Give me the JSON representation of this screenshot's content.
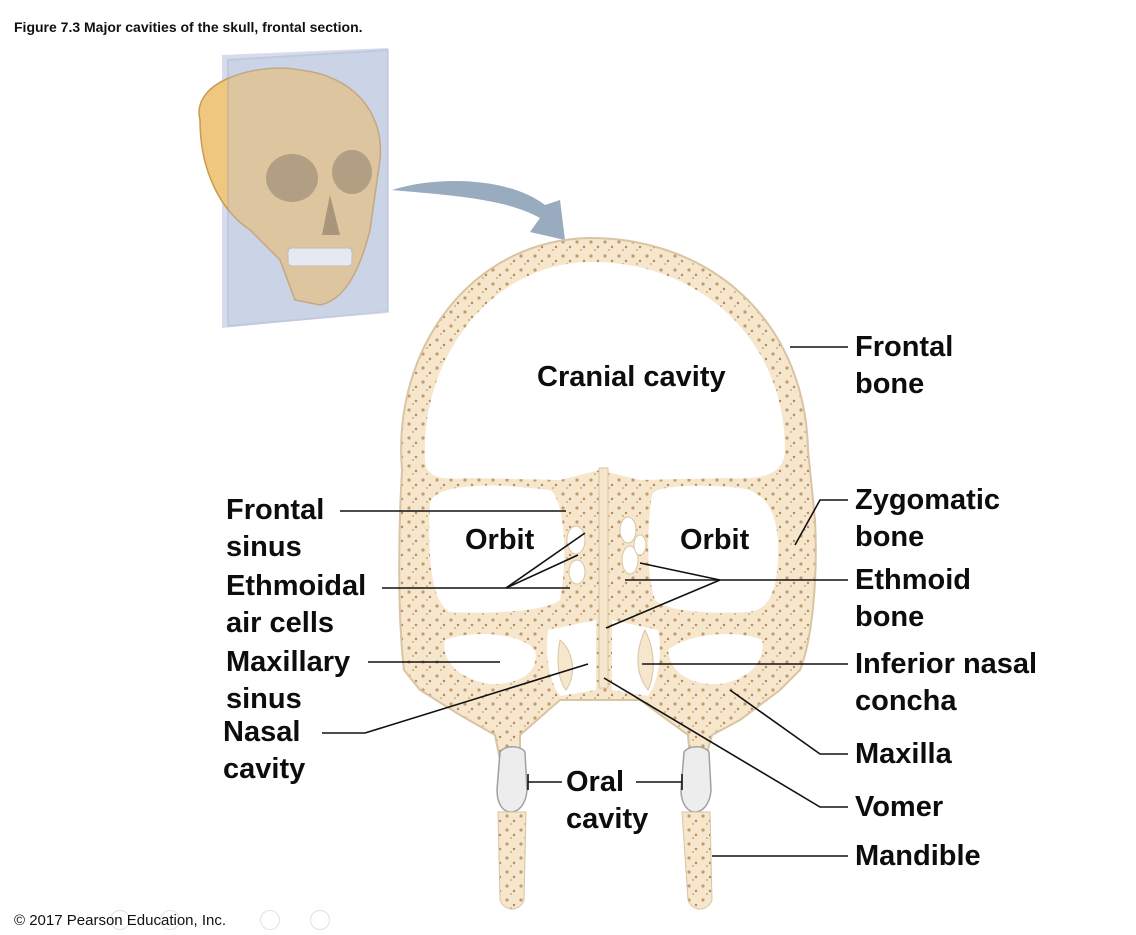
{
  "figure_title": "Figure 7.3 Major cavities of the skull, frontal section.",
  "copyright": "© 2017 Pearson Education, Inc.",
  "colors": {
    "bone": "#f5e6cc",
    "bone_outline": "#d9c4a3",
    "marrow": "#c49a6c",
    "skull_3d": "#f0c77e",
    "plane": "#b9c3dc",
    "arrow": "#8da2b8",
    "leader": "#111111"
  },
  "labels": {
    "cranial_cavity": "Cranial cavity",
    "orbit_left": "Orbit",
    "orbit_right": "Orbit",
    "oral_cavity": {
      "line1": "Oral",
      "line2": "cavity"
    },
    "frontal_sinus": {
      "line1": "Frontal",
      "line2": "sinus"
    },
    "ethmoidal_air_cells": {
      "line1": "Ethmoidal",
      "line2": "air cells"
    },
    "maxillary_sinus": {
      "line1": "Maxillary",
      "line2": "sinus"
    },
    "nasal_cavity": {
      "line1": "Nasal",
      "line2": "cavity"
    },
    "frontal_bone": {
      "line1": "Frontal",
      "line2": "bone"
    },
    "zygomatic_bone": {
      "line1": "Zygomatic",
      "line2": "bone"
    },
    "ethmoid_bone": {
      "line1": "Ethmoid",
      "line2": "bone"
    },
    "inferior_nasal_concha": {
      "line1": "Inferior nasal",
      "line2": "concha"
    },
    "maxilla": "Maxilla",
    "vomer": "Vomer",
    "mandible": "Mandible"
  }
}
